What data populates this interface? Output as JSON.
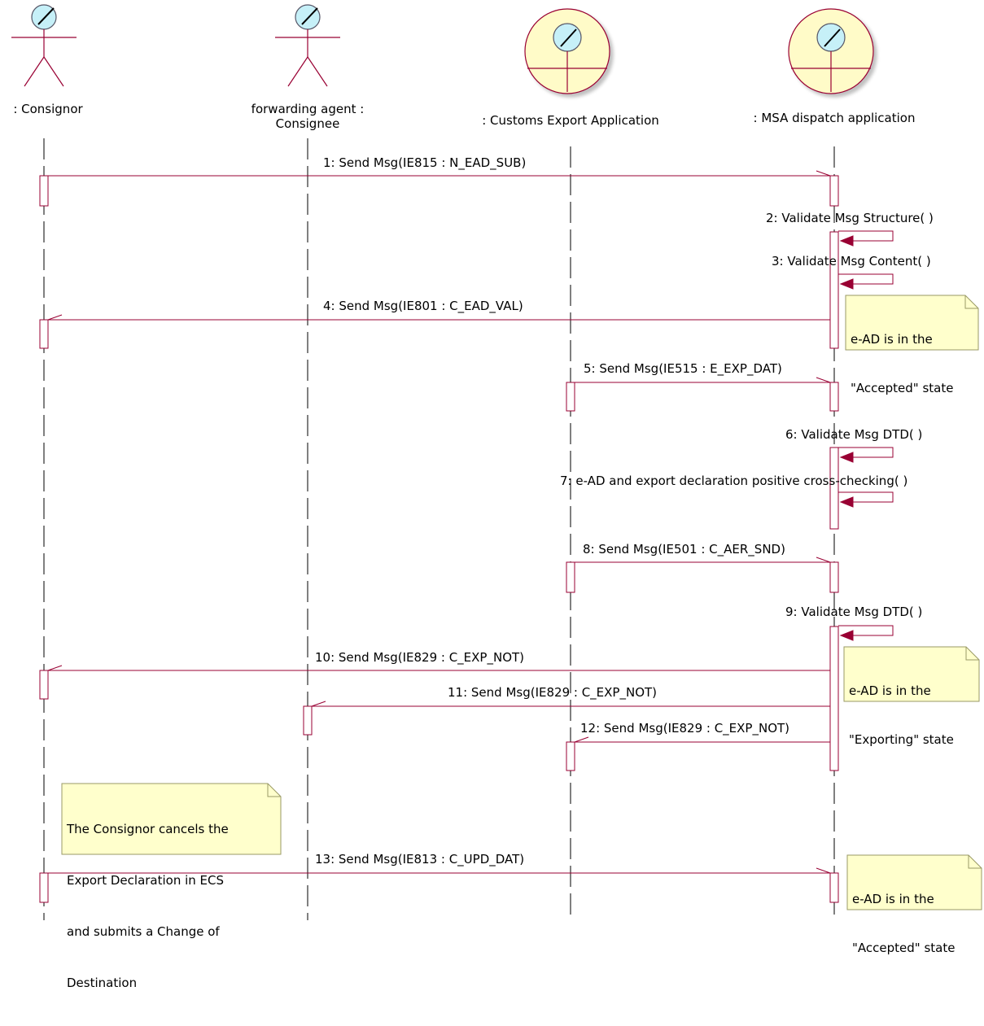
{
  "participants": [
    {
      "id": "consignor",
      "kind": "actor",
      "name": ": Consignor"
    },
    {
      "id": "forwarding-agent",
      "kind": "actor",
      "name_lines": [
        "forwarding agent :",
        "Consignee"
      ]
    },
    {
      "id": "customs-export",
      "kind": "boundary",
      "name": ": Customs Export Application"
    },
    {
      "id": "msa-dispatch",
      "kind": "boundary",
      "name": ": MSA dispatch application"
    }
  ],
  "messages": [
    {
      "label": "1: Send Msg(IE815 : N_EAD_SUB)",
      "from": "consignor",
      "to": "msa-dispatch"
    },
    {
      "label": "2: Validate Msg Structure( )",
      "from": "msa-dispatch",
      "to": "msa-dispatch"
    },
    {
      "label": "3: Validate Msg Content( )",
      "from": "msa-dispatch",
      "to": "msa-dispatch"
    },
    {
      "label": "4: Send Msg(IE801 : C_EAD_VAL)",
      "from": "msa-dispatch",
      "to": "consignor"
    },
    {
      "label": "5: Send Msg(IE515 : E_EXP_DAT)",
      "from": "customs-export",
      "to": "msa-dispatch"
    },
    {
      "label": "6: Validate Msg DTD( )",
      "from": "msa-dispatch",
      "to": "msa-dispatch"
    },
    {
      "label": "7: e-AD and export declaration positive cross-checking( )",
      "from": "msa-dispatch",
      "to": "msa-dispatch"
    },
    {
      "label": "8: Send Msg(IE501 : C_AER_SND)",
      "from": "customs-export",
      "to": "msa-dispatch"
    },
    {
      "label": "9: Validate Msg DTD( )",
      "from": "msa-dispatch",
      "to": "msa-dispatch"
    },
    {
      "label": "10: Send Msg(IE829 : C_EXP_NOT)",
      "from": "msa-dispatch",
      "to": "consignor"
    },
    {
      "label": "11: Send Msg(IE829 : C_EXP_NOT)",
      "from": "msa-dispatch",
      "to": "forwarding-agent"
    },
    {
      "label": "12: Send Msg(IE829 : C_EXP_NOT)",
      "from": "msa-dispatch",
      "to": "customs-export"
    },
    {
      "label": "13: Send Msg(IE813 : C_UPD_DAT)",
      "from": "consignor",
      "to": "msa-dispatch"
    }
  ],
  "notes": [
    {
      "id": "accepted-1",
      "lines": [
        "e-AD is in the",
        "\"Accepted\" state"
      ]
    },
    {
      "id": "exporting",
      "lines": [
        "e-AD is in the",
        "\"Exporting\" state"
      ]
    },
    {
      "id": "consignor-cancels",
      "lines": [
        "The Consignor cancels the",
        "Export Declaration in ECS",
        "and submits a Change of",
        "Destination"
      ]
    },
    {
      "id": "accepted-2",
      "lines": [
        "e-AD is in the",
        "\"Accepted\" state"
      ]
    }
  ],
  "colors": {
    "line": "#990033",
    "lifeline": "#000000",
    "actor_head": "#c6f0f8",
    "boundary_fill": "#fffbc8",
    "note_fill": "#ffffcc",
    "note_border": "#9a9a66"
  }
}
